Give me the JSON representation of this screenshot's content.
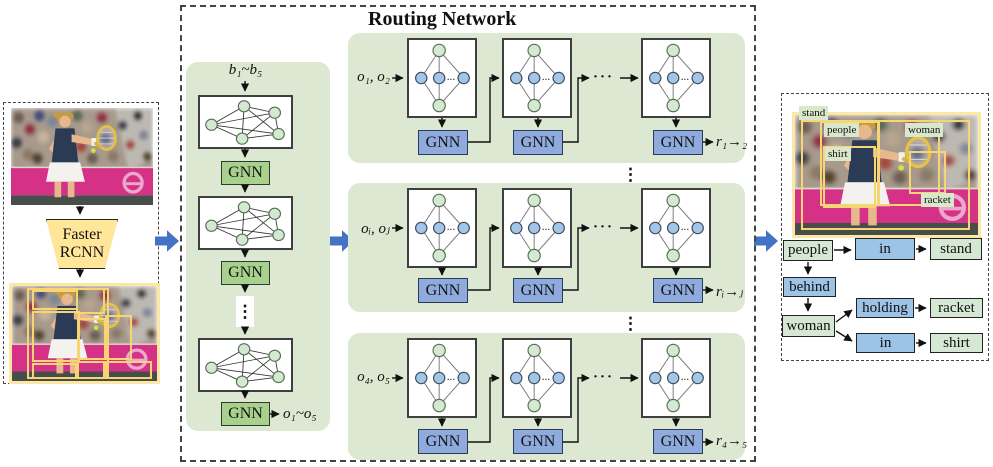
{
  "title": "Routing Network",
  "labels": {
    "gnn": "GNN",
    "faster_rcnn": "Faster RCNN",
    "h_dots": "···",
    "v_dots": "⋮"
  },
  "encoder": {
    "input": "b₁~b₅",
    "output": "o₁~o₅"
  },
  "routing": {
    "rows": [
      {
        "input": "o₁, o₂",
        "output": "r₁→₂"
      },
      {
        "input": "oᵢ, oⱼ",
        "output": "rᵢ→ⱼ"
      },
      {
        "input": "o₄, o₅",
        "output": "r₄→₅"
      }
    ]
  },
  "detections": [
    "stand",
    "people",
    "woman",
    "shirt",
    "racket"
  ],
  "scene_graph": {
    "boxes": [
      {
        "label": "people",
        "type": "object"
      },
      {
        "label": "in",
        "type": "relation"
      },
      {
        "label": "stand",
        "type": "object"
      },
      {
        "label": "behind",
        "type": "relation"
      },
      {
        "label": "woman",
        "type": "object"
      },
      {
        "label": "holding",
        "type": "relation"
      },
      {
        "label": "racket",
        "type": "object"
      },
      {
        "label": "in",
        "type": "relation"
      },
      {
        "label": "shirt",
        "type": "object"
      }
    ]
  },
  "colors": {
    "panel_green": "#dde8d2",
    "node_green": "#d5e8d4",
    "node_blue": "#a3c6e8",
    "gnn_green": "#a9d18e",
    "gnn_blue": "#8faadc",
    "block_arrow_blue": "#4472c4",
    "bbox_yellow": "#f7d574",
    "banner_pink": "#d53287"
  }
}
